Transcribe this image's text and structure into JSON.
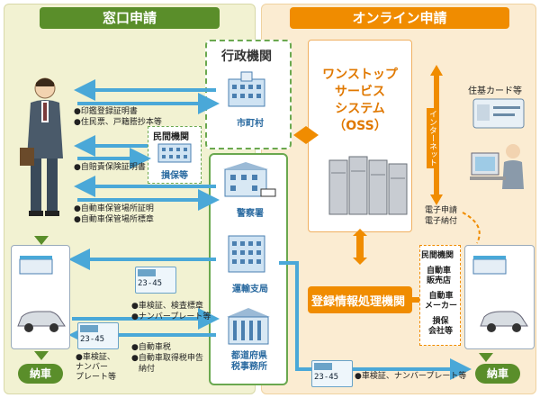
{
  "headers": {
    "counter": "窓口申請",
    "online": "オンライン申請"
  },
  "admin": {
    "title": "行政機関",
    "city": "市町村",
    "police": "警察署",
    "transport": "運輸支局",
    "tax": "都道府県\n税事務所"
  },
  "private": {
    "title": "民間機関",
    "insurance": "損保等"
  },
  "left_notes": {
    "n1": "●印鑑登録証明書",
    "n2": "●住民票、戸籍謄抄本等",
    "n3": "●自賠責保険証明書",
    "n4": "●自動車保管場所証明",
    "n5": "●自動車保管場所標章",
    "n6": "●車検証、検査標章",
    "n7": "●ナンバープレート等",
    "n8": "●自動車税",
    "n9": "●自動車取得税申告",
    "n10": "納付"
  },
  "bottom_left_note": "●車検証、\nナンバー\nプレート等",
  "bottom_right_note": "●車検証、ナンバープレート等",
  "delivery": "納車",
  "oss": {
    "title": "ワンストップ\nサービス\nシステム\n（OSS）"
  },
  "internet": "インターネット",
  "online_notes": {
    "juki": "住基カード等",
    "e_apply": "電子申請",
    "e_pay": "電子納付"
  },
  "registry": "登録情報処理機関",
  "private_right": {
    "title": "民間機関",
    "dealer": "自動車\n販売店",
    "maker": "自動車\nメーカー",
    "insurer": "損保\n会社等"
  },
  "plate_text": "23-45",
  "colors": {
    "counter_head": "#5a8e2a",
    "online_head": "#f08c00",
    "counter_bg": "#f2f2d2",
    "online_bg": "#fbecd2",
    "arrow_blue": "#4aa8d8",
    "oss_text": "#e07800",
    "registry_bg": "#f08c00"
  }
}
